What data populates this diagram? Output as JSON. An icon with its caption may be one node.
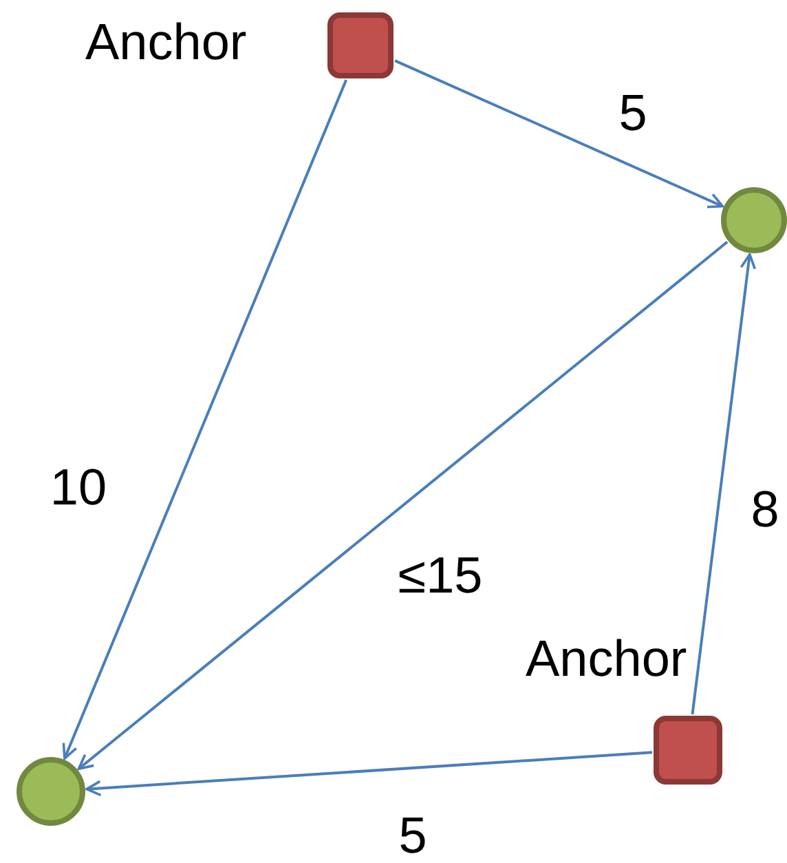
{
  "diagram": {
    "nodes": [
      {
        "text": [],
        "shape": "box",
        "beside": [
          "Anchor"
        ]
      },
      {
        "text": [],
        "shape": "circle"
      },
      {
        "text": [],
        "shape": "box",
        "beside": [
          "Anchor"
        ]
      },
      {
        "text": [],
        "shape": "circle"
      }
    ],
    "edges": [
      {
        "from": 0,
        "to": 1,
        "arrow": "to",
        "label": "5"
      },
      {
        "from": 0,
        "to": 3,
        "arrow": "to",
        "label": "10"
      },
      {
        "from": 1,
        "to": 3,
        "arrow": "to",
        "label": "≤15"
      },
      {
        "from": 2,
        "to": 1,
        "arrow": "to",
        "label": "8"
      },
      {
        "from": 2,
        "to": 3,
        "arrow": "to",
        "label": "5"
      }
    ]
  }
}
